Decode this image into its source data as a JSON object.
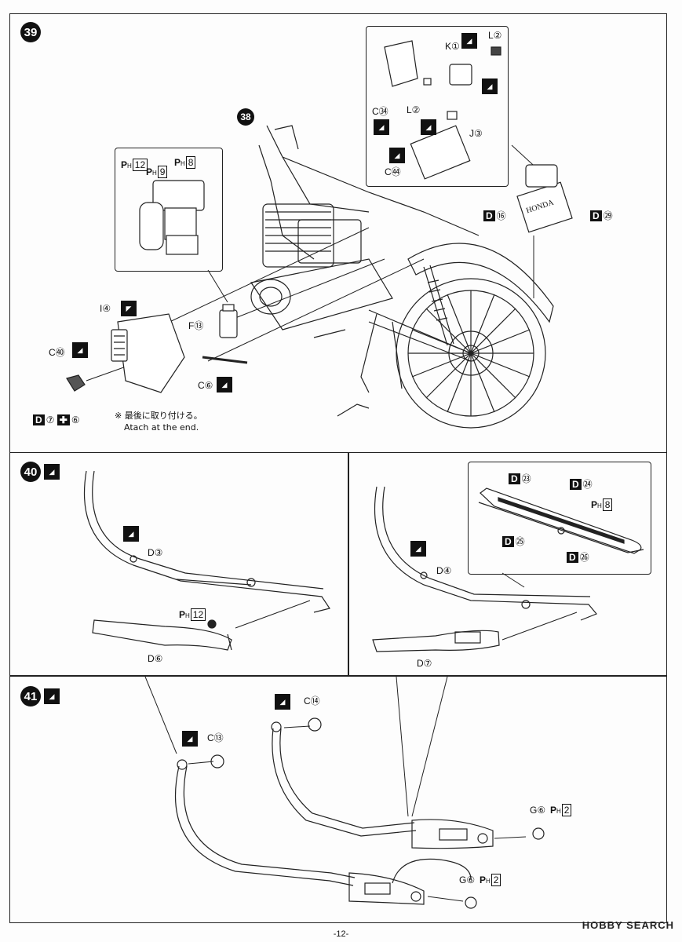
{
  "page": {
    "number": "-12-",
    "watermark": "HOBBY SEARCH"
  },
  "step39": {
    "number": "39",
    "ref_step": "38",
    "labels": {
      "k1": "K①",
      "l2_top": "L②",
      "l2_mid": "L②",
      "c34": "C㉞",
      "j3": "J③",
      "c44": "C㊹",
      "d16_tag": "D",
      "d16_num": "⑯",
      "d29_tag": "D",
      "d29_num": "㉙",
      "ph12": "12",
      "ph9": "9",
      "ph8": "8",
      "i4": "I④",
      "c40": "C㊵",
      "f13": "F⑬",
      "c6": "C⑥",
      "d7_tag": "D",
      "d7_num": "⑦",
      "d7_six": "⑥",
      "honda": "HONDA"
    },
    "note_ja": "※ 最後に取り付ける。",
    "note_en": "Atach at the end."
  },
  "step40": {
    "number": "40",
    "left": {
      "d3": "D③",
      "ph12": "12",
      "d6": "D⑥"
    },
    "right": {
      "d23_tag": "D",
      "d23_num": "㉓",
      "d24_tag": "D",
      "d24_num": "㉔",
      "ph8": "8",
      "d25_tag": "D",
      "d25_num": "㉕",
      "d26_tag": "D",
      "d26_num": "㉖",
      "d4": "D④",
      "d7": "D⑦"
    }
  },
  "step41": {
    "number": "41",
    "labels": {
      "c13": "C⑬",
      "c14": "C⑭",
      "g6_top": "G⑥",
      "ph2_top": "2",
      "g6_bottom": "G⑥",
      "ph2_bottom": "2"
    }
  }
}
